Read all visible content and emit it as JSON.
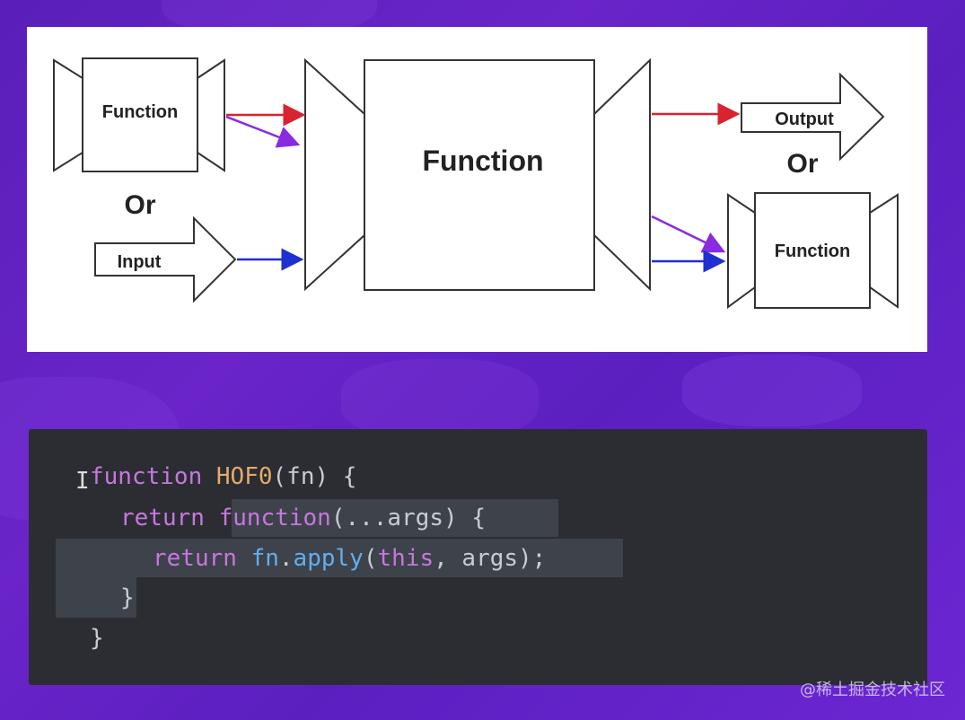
{
  "diagram": {
    "left_function_label": "Function",
    "left_or_label": "Or",
    "input_label": "Input",
    "center_function_label": "Function",
    "output_label": "Output",
    "right_or_label": "Or",
    "right_function_label": "Function",
    "arrow_colors": {
      "red": "#d9232e",
      "purple": "#8a2be2",
      "blue": "#1f2fd0"
    }
  },
  "code": {
    "line1": {
      "kw": "function",
      "name": "HOF0",
      "rest": "(fn) {"
    },
    "line2": {
      "kw": "return",
      "kw2": "function",
      "rest": "(...args) {"
    },
    "line3": {
      "kw": "return",
      "obj": "fn",
      "dot": ".",
      "method": "apply",
      "open": "(",
      "this_kw": "this",
      "rest": ", args);"
    },
    "line4": {
      "text": "}"
    },
    "line5": {
      "text": "}"
    }
  },
  "watermark": "@稀土掘金技术社区"
}
